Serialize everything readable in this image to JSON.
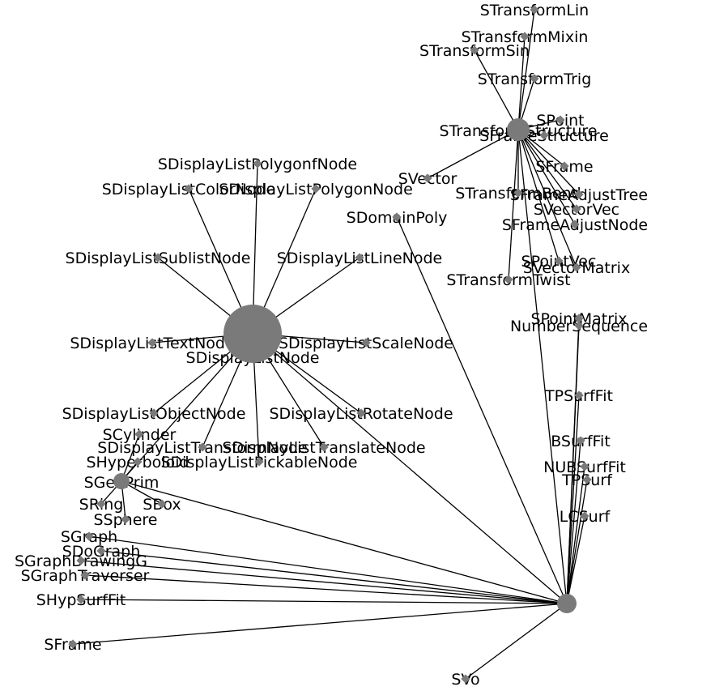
{
  "colors": {
    "background": "#ffffff",
    "edge": "#000000",
    "label": "#000000",
    "node": "#7a7a7a"
  },
  "hubs": {
    "transform": {
      "id": "transform",
      "label": "STransformStructure"
    },
    "display": {
      "id": "display",
      "label": "SDisplayListNode"
    },
    "prim": {
      "id": "prim",
      "label": "SGeoPrim"
    },
    "core": {
      "id": "core",
      "label": ""
    }
  },
  "nodes": [
    {
      "id": "tlin",
      "label": "STransformLin",
      "parent": "transform"
    },
    {
      "id": "tmix",
      "label": "STransformMixin",
      "parent": "transform"
    },
    {
      "id": "tsin",
      "label": "STransformSin",
      "parent": "transform"
    },
    {
      "id": "ttrig",
      "label": "STransformTrig",
      "parent": "transform"
    },
    {
      "id": "spoint",
      "label": "SPoint",
      "parent": "transform"
    },
    {
      "id": "sframestruct",
      "label": "SFrameStructure",
      "parent": "transform"
    },
    {
      "id": "sframe",
      "label": "SFrame",
      "parent": "transform"
    },
    {
      "id": "svector",
      "label": "SVector",
      "parent": "transform"
    },
    {
      "id": "stbend",
      "label": "STransformBend",
      "parent": "transform"
    },
    {
      "id": "sfadjtree",
      "label": "SFrameAdjustTree",
      "parent": "transform"
    },
    {
      "id": "svectorvec",
      "label": "SVectorVec",
      "parent": "transform"
    },
    {
      "id": "sfadjnode",
      "label": "SFrameAdjustNode",
      "parent": "transform"
    },
    {
      "id": "sdomainpoly",
      "label": "SDomainPoly",
      "parent": "core"
    },
    {
      "id": "spointvec",
      "label": "SPointVec",
      "parent": "transform"
    },
    {
      "id": "svecmatrix",
      "label": "SVectorMatrix",
      "parent": "transform"
    },
    {
      "id": "sttwist",
      "label": "STransformTwist",
      "parent": "transform"
    },
    {
      "id": "spointmatrix",
      "label": "SPointMatrix",
      "parent": "core"
    },
    {
      "id": "numseq",
      "label": "NumberSequence",
      "parent": "core"
    },
    {
      "id": "dlpolyf",
      "label": "SDisplayListPolygonfNode",
      "parent": "display"
    },
    {
      "id": "dlcolor",
      "label": "SDisplayListColorNode",
      "parent": "display"
    },
    {
      "id": "dlpoly",
      "label": "SDisplayListPolygonNode",
      "parent": "display"
    },
    {
      "id": "dlsublist",
      "label": "SDisplayListSublistNode",
      "parent": "display"
    },
    {
      "id": "dlline",
      "label": "SDisplayListLineNode",
      "parent": "display"
    },
    {
      "id": "dltext",
      "label": "SDisplayListTextNode",
      "parent": "display"
    },
    {
      "id": "dlscale",
      "label": "SDisplayListScaleNode",
      "parent": "display"
    },
    {
      "id": "dlobject",
      "label": "SDisplayListObjectNode",
      "parent": "display"
    },
    {
      "id": "dlrotate",
      "label": "SDisplayListRotateNode",
      "parent": "display"
    },
    {
      "id": "dltransform",
      "label": "SDisplayListTransformNode",
      "parent": "display"
    },
    {
      "id": "dltranslate",
      "label": "SDisplayListTranslateNode",
      "parent": "display"
    },
    {
      "id": "dlpickable",
      "label": "SDisplayListPickableNode",
      "parent": "display"
    },
    {
      "id": "scylinder",
      "label": "SCylinder",
      "parent": "prim"
    },
    {
      "id": "shyperboloid",
      "label": "SHyperboloid",
      "parent": "prim"
    },
    {
      "id": "sring",
      "label": "SRing",
      "parent": "prim"
    },
    {
      "id": "sbox",
      "label": "SBox",
      "parent": "prim"
    },
    {
      "id": "ssphere",
      "label": "SSphere",
      "parent": "prim"
    },
    {
      "id": "tpsurffit",
      "label": "TPSurfFit",
      "parent": "core"
    },
    {
      "id": "bsurffit",
      "label": "BSurfFit",
      "parent": "core"
    },
    {
      "id": "nubsurffit",
      "label": "NUBSurfFit",
      "parent": "core"
    },
    {
      "id": "tpsurf",
      "label": "TPSurf",
      "parent": "core"
    },
    {
      "id": "lcsurf",
      "label": "LCSurf",
      "parent": "core"
    },
    {
      "id": "sgraph",
      "label": "SGraph",
      "parent": "core"
    },
    {
      "id": "sdograph",
      "label": "SDoGraph",
      "parent": "core"
    },
    {
      "id": "sgraphdrawing",
      "label": "SGraphDrawingG",
      "parent": "core"
    },
    {
      "id": "sgraphtraverser",
      "label": "SGraphTraverser",
      "parent": "core"
    },
    {
      "id": "shypsurffit",
      "label": "SHypSurfFit",
      "parent": "core"
    },
    {
      "id": "sframe2",
      "label": "SFrame",
      "parent": "core"
    },
    {
      "id": "svo",
      "label": "SVo",
      "parent": "core"
    }
  ]
}
